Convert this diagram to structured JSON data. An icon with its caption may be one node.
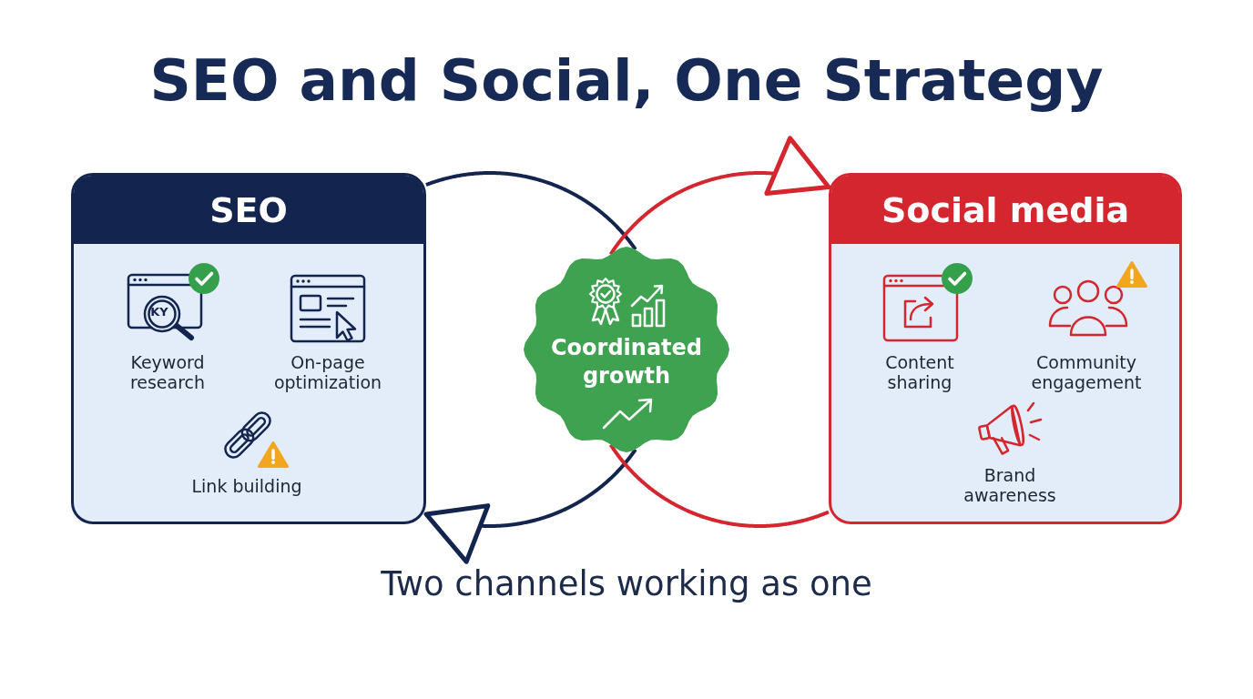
{
  "diagram": {
    "title": "SEO and Social, One Strategy",
    "caption": "Two channels working as one",
    "nodes": [
      {
        "text": [
          "SEO",
          "Keyword research",
          "On-page optimization",
          "Link building"
        ]
      },
      {
        "text": [
          "Social media",
          "Content sharing",
          "Community engagement",
          "Brand awareness"
        ]
      },
      {
        "text": [
          "Coordinated growth"
        ]
      }
    ],
    "edges": [
      {
        "from": 0,
        "to": 2,
        "arrow": "none",
        "color": "#13254f"
      },
      {
        "from": 2,
        "to": 0,
        "arrow": "to",
        "color": "#13254f"
      },
      {
        "from": 1,
        "to": 2,
        "arrow": "none",
        "color": "#d3262e"
      },
      {
        "from": 2,
        "to": 1,
        "arrow": "to",
        "color": "#d3262e"
      }
    ],
    "labels": [
      "KY"
    ]
  }
}
